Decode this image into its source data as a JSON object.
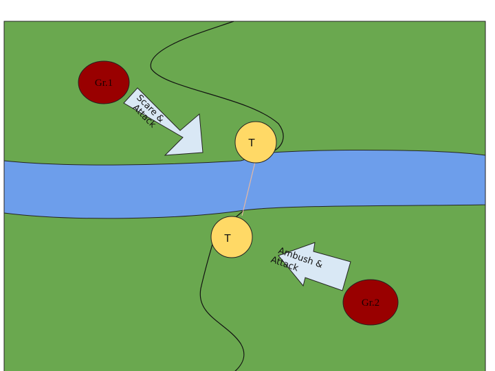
{
  "groups": [
    {
      "label": "Gr.1"
    },
    {
      "label": "Gr.2"
    }
  ],
  "towers": [
    {
      "label": "T"
    },
    {
      "label": "T"
    }
  ],
  "arrows": [
    {
      "line1": "Scare &",
      "line2": "Attack"
    },
    {
      "line1": "Ambush &",
      "line2": "Attack"
    }
  ],
  "colors": {
    "grass": "#6aa84f",
    "river": "#6d9eeb",
    "group": "#990000",
    "tower": "#ffd966",
    "arrow": "#d9e8f5",
    "rope": "#e6b8a2"
  }
}
